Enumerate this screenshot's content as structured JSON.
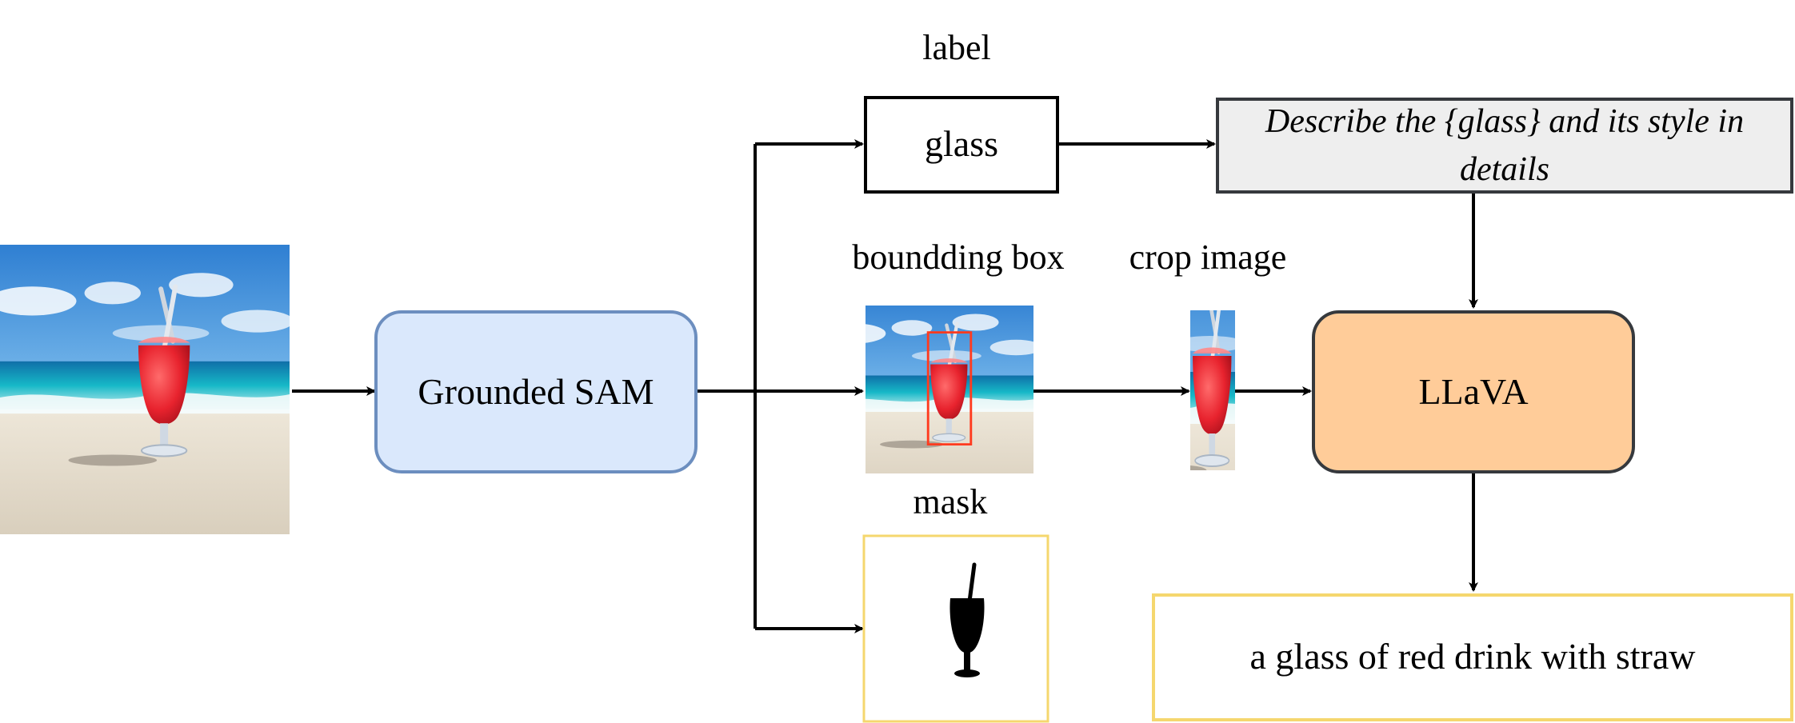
{
  "nodes": {
    "grounded_sam": "Grounded SAM",
    "llava": "LLaVA",
    "label_value": "glass",
    "prompt": "Describe the {glass} and its style in details",
    "output": "a glass of red drink with straw"
  },
  "captions": {
    "label": "label",
    "bounding_box": "boundding box",
    "crop_image": "crop image",
    "mask": "mask"
  },
  "colors": {
    "grounded_sam_fill": "#dae8fc",
    "grounded_sam_stroke": "#6c8ebf",
    "llava_fill": "#ffcc99",
    "llava_stroke": "#36393d",
    "prompt_fill": "#eeeeee",
    "prompt_stroke": "#36393d",
    "output_stroke": "#f5d76e",
    "mask_stroke": "#f5d76e",
    "bbox_highlight": "#ff3b1f",
    "drink": "#e8232e",
    "sky": "#3d8ad6",
    "sea": "#14b5c4",
    "sand": "#e9e1d3"
  },
  "icons": {
    "input_image": "beach-drink-photo",
    "bbox_image": "beach-drink-photo-with-box",
    "crop_image": "cropped-drink-photo",
    "mask_image": "glass-silhouette"
  }
}
